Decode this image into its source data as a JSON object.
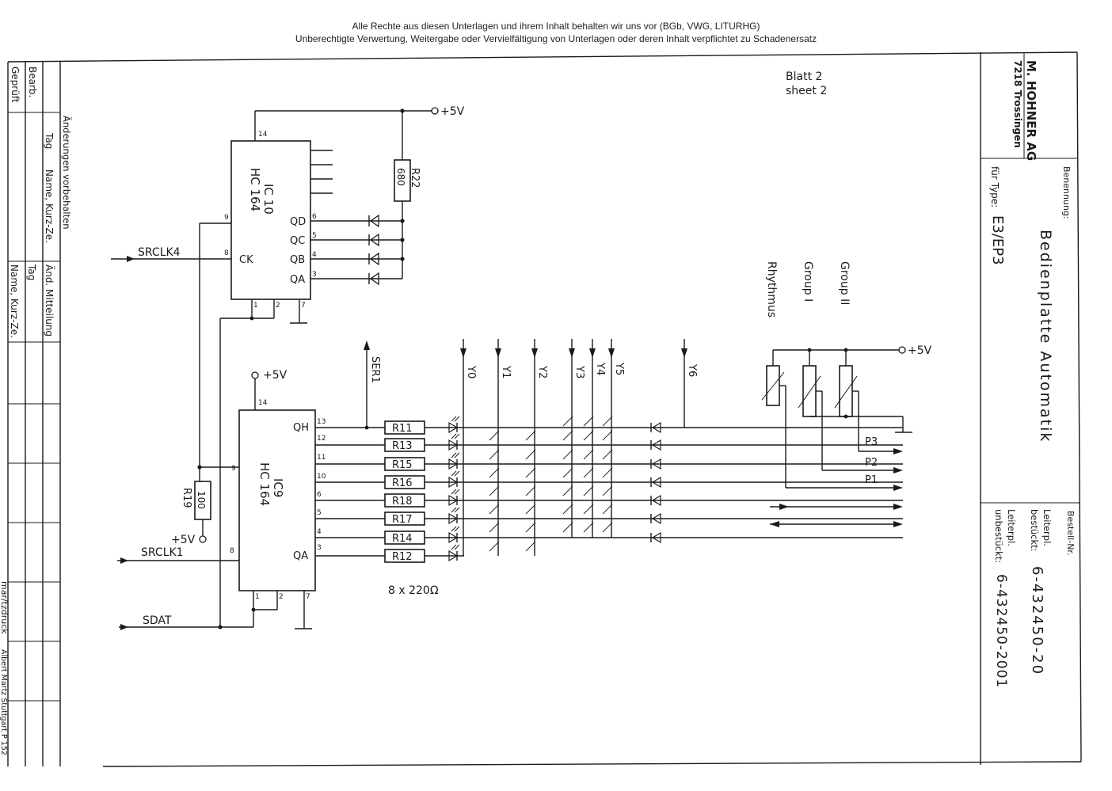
{
  "header": {
    "line1": "Alle Rechte aus diesen Unterlagen und ihrem Inhalt behalten wir uns vor (BGb, VWG, LITURHG)",
    "line2": "Unberechtigte Verwertung, Weitergabe oder Vervielfältigung von Unterlagen oder deren Inhalt verpflichtet zu Schadenersatz"
  },
  "sheet": {
    "blatt": "Blatt 2",
    "sheet": "sheet 2"
  },
  "revision_block": {
    "bearb": "Bearb.",
    "geprueft": "Geprüft",
    "tag": "Tag",
    "name": "Name, Kurz-Ze.",
    "aenderungen": "Änderungen vorbehalten",
    "aend_mitteilung": "Änd. Mitteilung",
    "tag2": "Tag",
    "name2": "Name, Kurz-Ze."
  },
  "printer_mark": "Albert Martz Stuttgart P 152",
  "printer_logo": "mar∕tzdruck",
  "title_block": {
    "company": "M. HOHNER AG",
    "city": "7218 Trossingen",
    "benennung_label": "Benennung:",
    "title": "Bedienplatte Automatik",
    "type_label": "für Type:",
    "type": "E3/EP3",
    "bestell_label": "Bestell-Nr.",
    "row1_label1": "Leiterpl.",
    "row1_label2": "bestückt:",
    "row1_value": "6-432450-20",
    "row2_label1": "Leiterpl.",
    "row2_label2": "unbestückt:",
    "row2_value": "6-432450-2001"
  },
  "ic10": {
    "name": "IC 10",
    "type": "HC 164",
    "pin_labels": [
      "QD",
      "QC",
      "QB",
      "QA"
    ],
    "pins_left": [
      "9",
      "8"
    ],
    "pins_right": [
      "6",
      "5",
      "4",
      "3"
    ],
    "pins_bottom": [
      "1",
      "2",
      "7"
    ],
    "pin_top": "14",
    "ck_label": "CK"
  },
  "ic9": {
    "name": "IC9",
    "type": "HC 164",
    "pin_labels": [
      "QH",
      "QA"
    ],
    "pins_right": [
      "13",
      "12",
      "11",
      "10",
      "6",
      "5",
      "4",
      "3"
    ],
    "pins_left": [
      "9",
      "8"
    ],
    "pins_bottom": [
      "1",
      "2",
      "7"
    ],
    "pin_top": "14"
  },
  "supplies": {
    "vcc": "+5V"
  },
  "resistors": {
    "r22_name": "R22",
    "r22_value": "680",
    "r19_name": "R19",
    "r19_value": "100",
    "row_resistors": [
      "R11",
      "R13",
      "R15",
      "R16",
      "R18",
      "R17",
      "R14",
      "R12"
    ],
    "array_note": "8 x 220Ω"
  },
  "signals": {
    "srclk4": "SRCLK4",
    "srclk1": "SRCLK1",
    "sdat": "SDAT",
    "ser1": "SER1",
    "y_lines": [
      "Y0",
      "Y1",
      "Y2",
      "Y3",
      "Y4",
      "Y5",
      "Y6"
    ],
    "p_outputs": [
      "P3",
      "P2",
      "P1"
    ]
  },
  "pots": {
    "labels": [
      "Group II",
      "Group I",
      "Rhythmus"
    ]
  }
}
